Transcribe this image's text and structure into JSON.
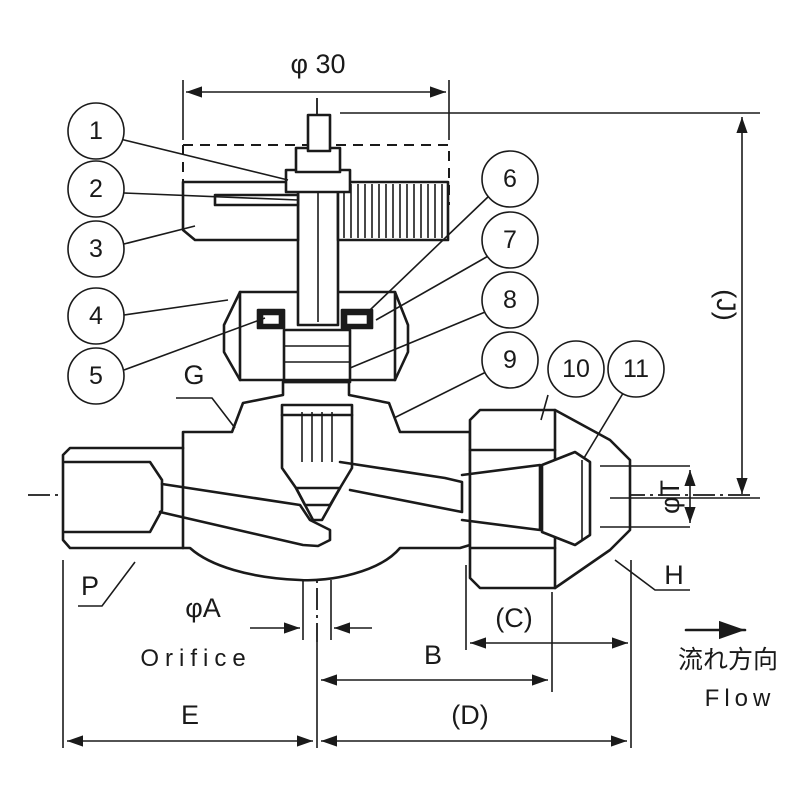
{
  "parts": [
    "1",
    "2",
    "3",
    "4",
    "5",
    "6",
    "7",
    "8",
    "9",
    "10",
    "11"
  ],
  "dimensions": {
    "top_diameter": "φ 30",
    "orifice_diameter": "φA",
    "orifice_label": "Orifice",
    "E": "E",
    "B": "B",
    "C": "(C)",
    "D": "(D)",
    "J": "(J)",
    "T": "φT"
  },
  "letters": {
    "G": "G",
    "H": "H",
    "P": "P"
  },
  "flow": {
    "jp": "流れ方向",
    "en": "Flow"
  }
}
